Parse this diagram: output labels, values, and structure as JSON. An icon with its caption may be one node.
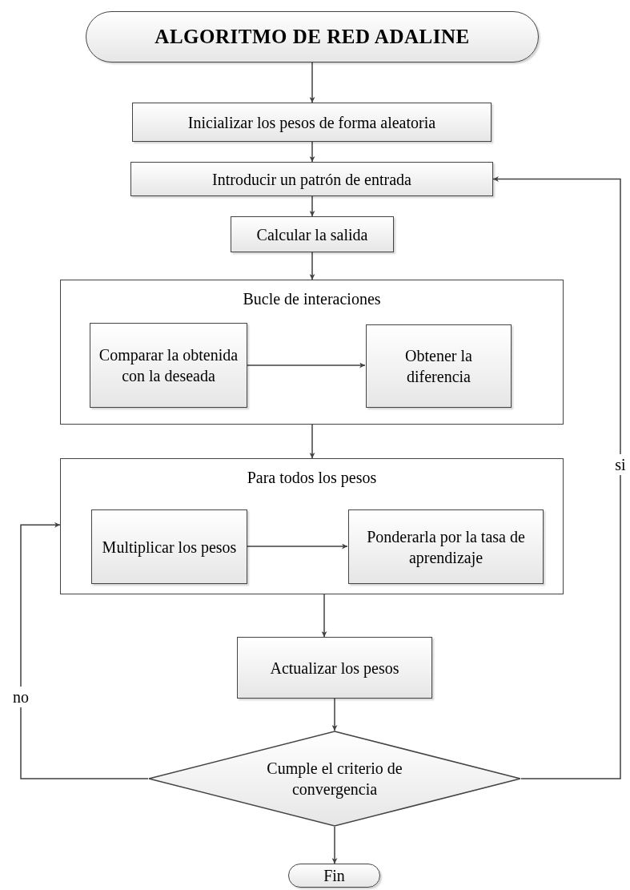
{
  "diagram": {
    "nodes": [
      {
        "text": [
          "ALGORITMO DE RED ADALINE"
        ]
      },
      {
        "text": [
          "Inicializar los pesos de forma aleatoria"
        ]
      },
      {
        "text": [
          "Introducir un patrón de entrada"
        ]
      },
      {
        "text": [
          "Calcular la salida"
        ]
      },
      {
        "text": [
          "Bucle de interaciones"
        ]
      },
      {
        "text": [
          "Comparar la obtenida con la deseada"
        ],
        "in": 4
      },
      {
        "text": [
          "Obtener la diferencia"
        ],
        "in": 4
      },
      {
        "text": [
          "Para todos los pesos"
        ]
      },
      {
        "text": [
          "Multiplicar los pesos"
        ],
        "in": 7
      },
      {
        "text": [
          "Ponderarla por la tasa de aprendizaje"
        ],
        "in": 7
      },
      {
        "text": [
          "Actualizar los pesos"
        ]
      },
      {
        "text": [
          "Cumple el criterio de convergencia"
        ]
      },
      {
        "text": [
          "Fin"
        ]
      }
    ],
    "edges": [
      {
        "from": 0,
        "to": 1,
        "arrow": "to"
      },
      {
        "from": 1,
        "to": 2,
        "arrow": "to"
      },
      {
        "from": 2,
        "to": 3,
        "arrow": "to"
      },
      {
        "from": 3,
        "to": 4,
        "arrow": "to"
      },
      {
        "from": 5,
        "to": 6,
        "arrow": "to"
      },
      {
        "from": 4,
        "to": 7,
        "arrow": "to"
      },
      {
        "from": 8,
        "to": 9,
        "arrow": "to"
      },
      {
        "from": 7,
        "to": 10,
        "arrow": "to"
      },
      {
        "from": 10,
        "to": 11,
        "arrow": "to"
      },
      {
        "from": 11,
        "to": 12,
        "arrow": "to"
      },
      {
        "from": 11,
        "to": 7,
        "arrow": "to",
        "label": "no"
      },
      {
        "from": 11,
        "to": 2,
        "arrow": "to",
        "label": "si"
      }
    ]
  }
}
